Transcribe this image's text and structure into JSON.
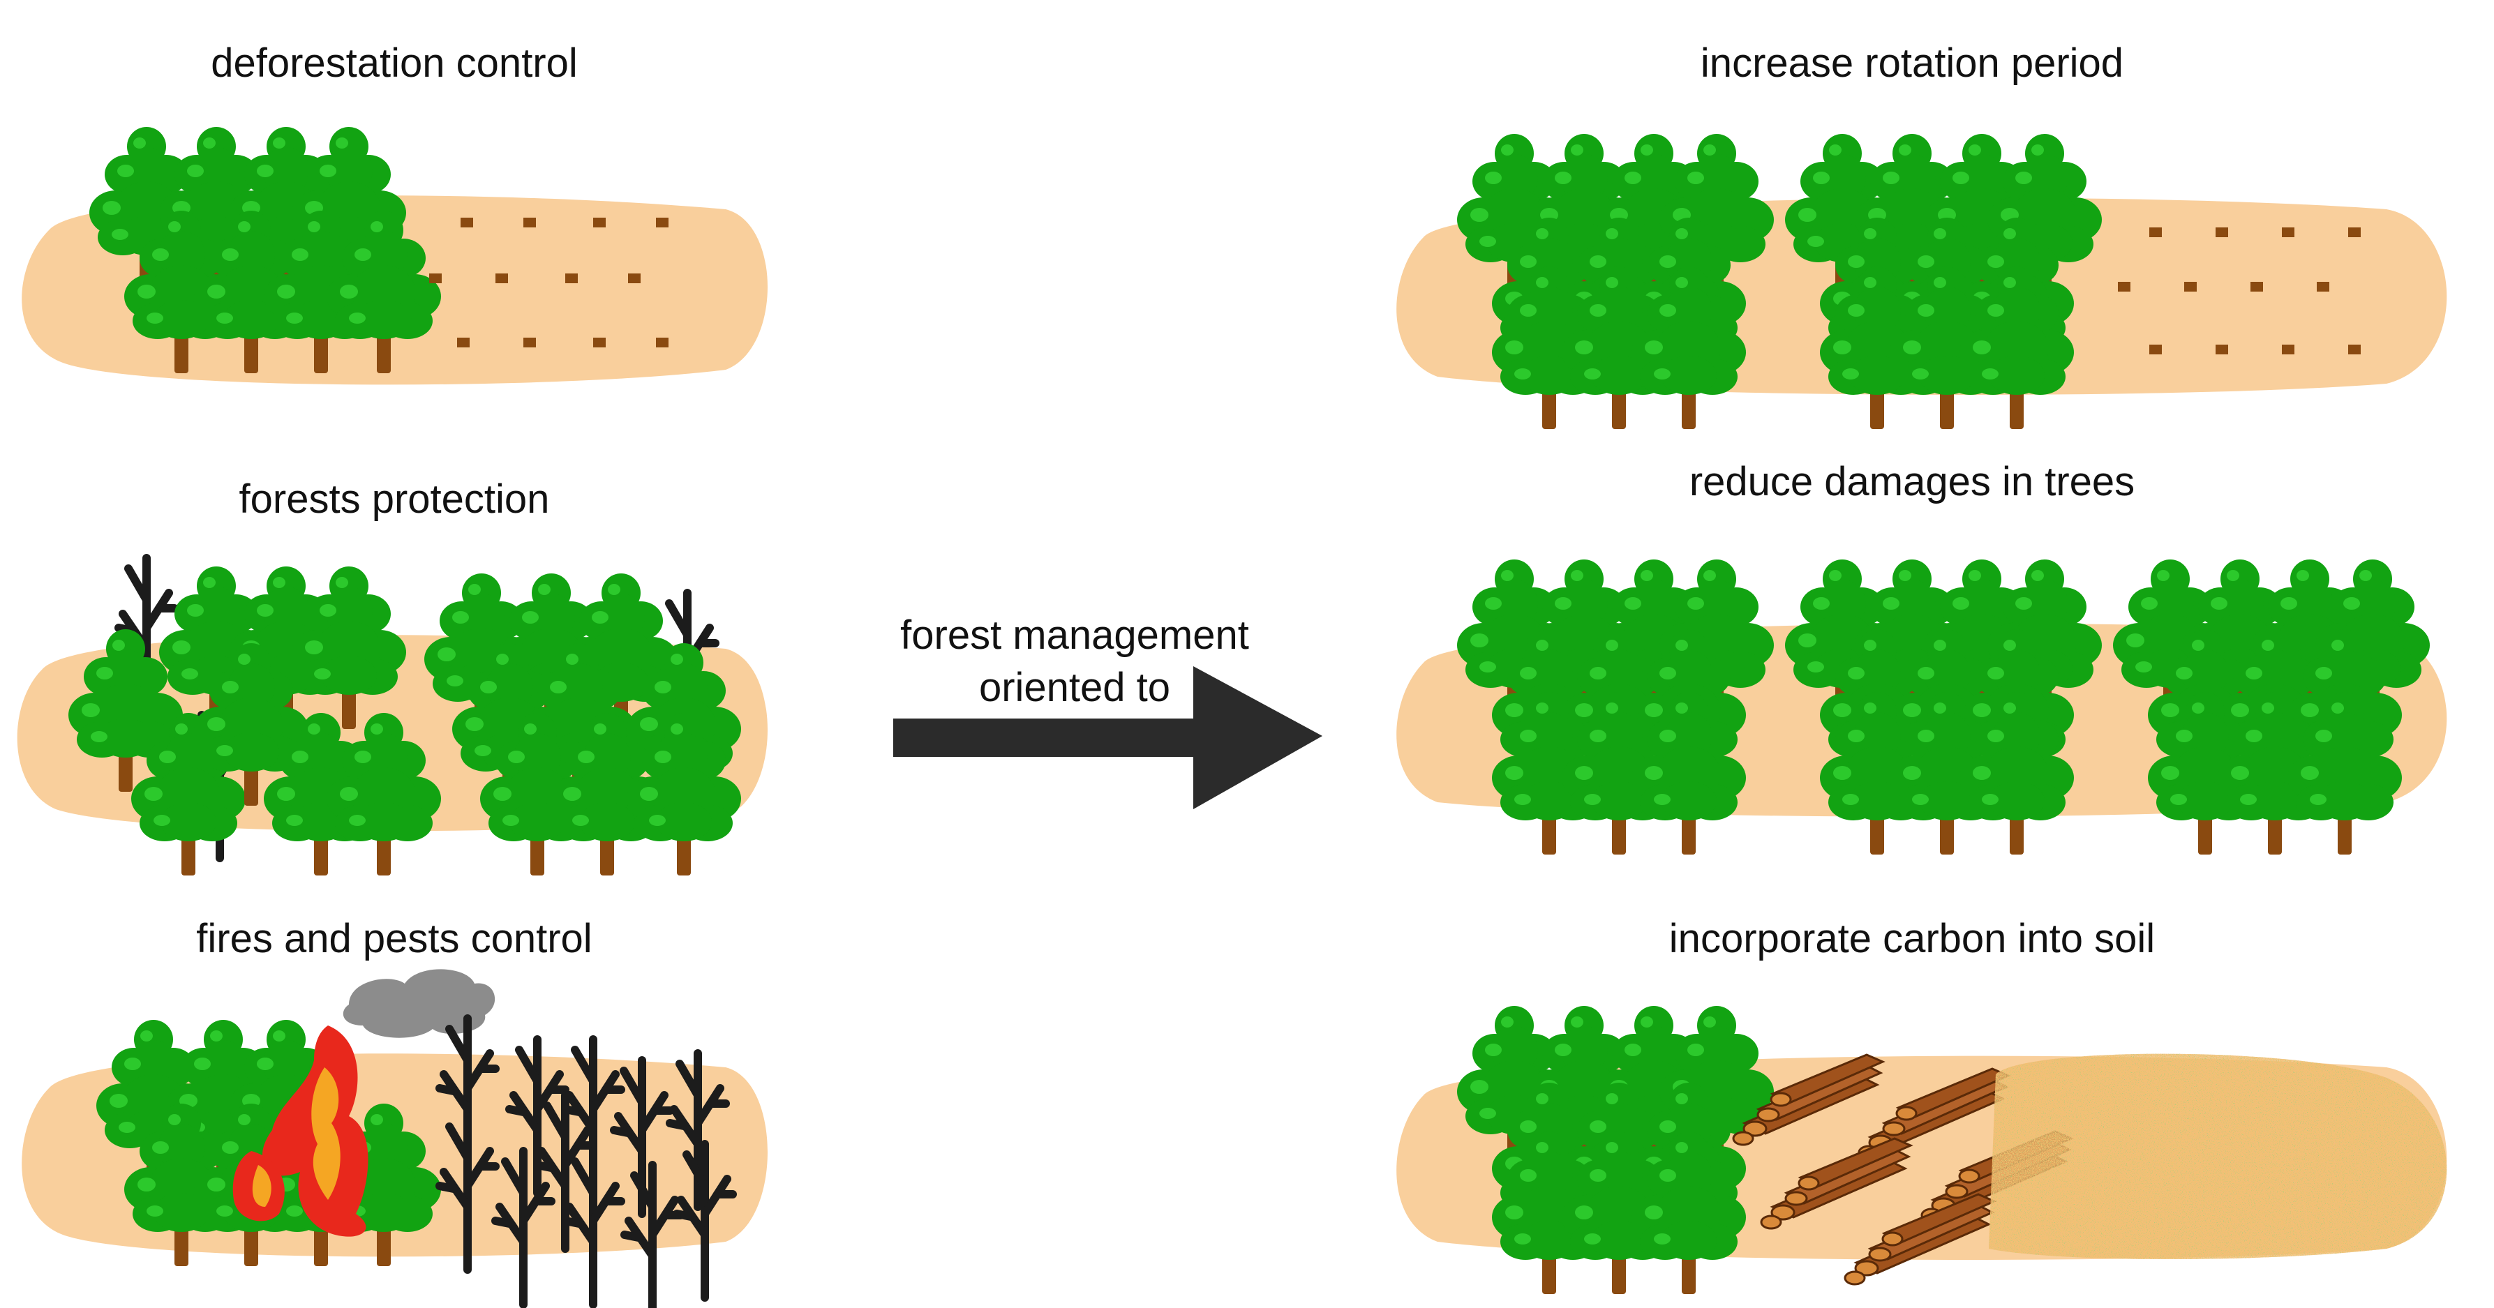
{
  "colors": {
    "ground": "#f9cf9c",
    "tree_dark": "#12a312",
    "tree_light": "#2cc92c",
    "trunk": "#8a4a10",
    "stump": "#8a4a10",
    "dead_tree": "#1c1c1c",
    "fire_red": "#e8281c",
    "fire_orange": "#f5a623",
    "smoke": "#8c8c8c",
    "log": "#a0521c",
    "log_end": "#d98a3a",
    "soil_orange": "#e08a2a",
    "soil_green": "#3aa832",
    "arrow": "#2b2b2b"
  },
  "icons": {
    "tree": "pine-tree-icon",
    "dead_tree": "dead-tree-icon",
    "stump": "stump-icon",
    "fire": "fire-icon",
    "smoke": "smoke-cloud-icon",
    "logs": "log-pile-icon",
    "arrow": "right-arrow-icon"
  },
  "panels": {
    "deforestation": {
      "title": "deforestation control"
    },
    "protection": {
      "title": "forests protection"
    },
    "fires_pests": {
      "title": "fires and pests control"
    },
    "rotation": {
      "title": "increase rotation period"
    },
    "damages": {
      "title": "reduce damages in trees"
    },
    "carbon_soil": {
      "title": "incorporate carbon into soil"
    }
  },
  "arrow": {
    "line1": "forest management",
    "line2": "oriented to"
  }
}
